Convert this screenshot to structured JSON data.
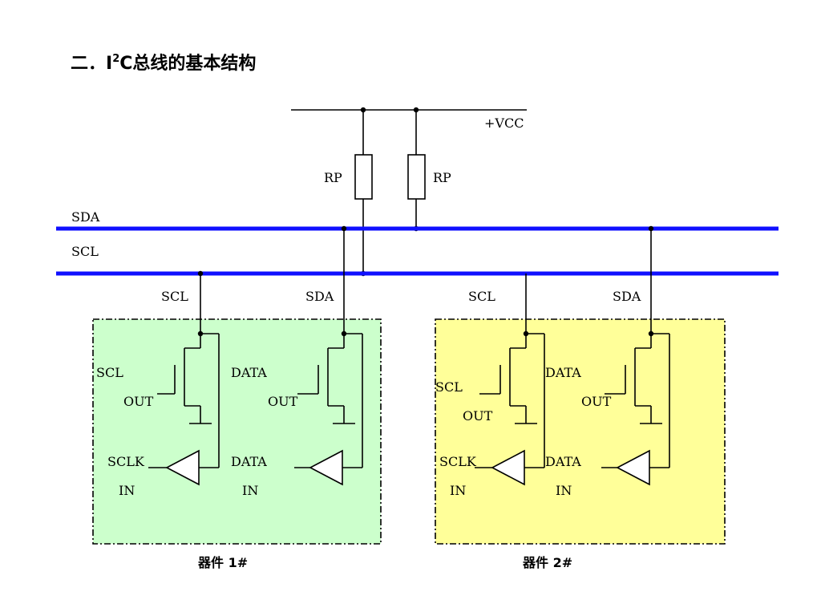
{
  "title": {
    "prefix": "二．I",
    "superscript": "2",
    "suffix": "C总线的基本结构"
  },
  "power": {
    "label": "+VCC"
  },
  "resistors": [
    {
      "label": "RP"
    },
    {
      "label": "RP"
    }
  ],
  "buses": [
    {
      "label": "SDA",
      "color": "#1010ff"
    },
    {
      "label": "SCL",
      "color": "#1010ff"
    }
  ],
  "devices": [
    {
      "caption": "器件 1#",
      "fill": "#ccffcc",
      "tap_left": "SCL",
      "tap_right": "SDA",
      "scl_out": [
        "SCL",
        "OUT"
      ],
      "sclk_in": [
        "SCLK",
        "IN"
      ],
      "data_out": [
        "DATA",
        "OUT"
      ],
      "data_in": [
        "DATA",
        "IN"
      ]
    },
    {
      "caption": "器件 2#",
      "fill": "#ffff99",
      "tap_left": "SCL",
      "tap_right": "SDA",
      "scl_out": [
        "SCL",
        "OUT"
      ],
      "sclk_in": [
        "SCLK",
        "IN"
      ],
      "data_out": [
        "DATA",
        "OUT"
      ],
      "data_in": [
        "DATA",
        "IN"
      ]
    }
  ]
}
